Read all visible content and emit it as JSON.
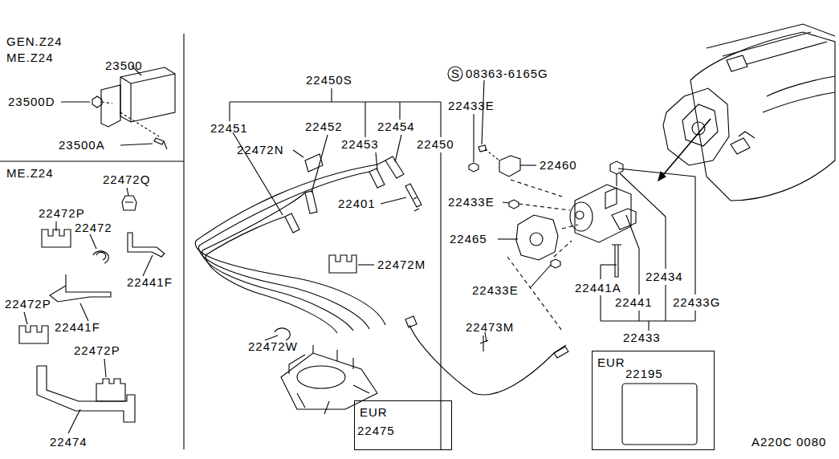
{
  "diagram": {
    "nodes": [
      {
        "text": [
          "EUR",
          "22475"
        ]
      },
      {
        "text": [
          "EUR",
          "22195"
        ]
      }
    ],
    "labels": [
      "GEN.Z24",
      "ME.Z24",
      "23500",
      "23500D",
      "23500A",
      "ME.Z24",
      "22472Q",
      "22472P",
      "22472",
      "22441F",
      "22472P",
      "22441F",
      "22472P",
      "22474",
      "22450S",
      "22451",
      "22452",
      "22454",
      "22453",
      "22450",
      "22472N",
      "22401",
      "22472M",
      "22472W",
      "S",
      "08363-6165G",
      "22433E",
      "22460",
      "22433E",
      "22465",
      "22433E",
      "22441A",
      "22434",
      "22441",
      "22433G",
      "22433",
      "22473M",
      "A220C 0080"
    ]
  }
}
